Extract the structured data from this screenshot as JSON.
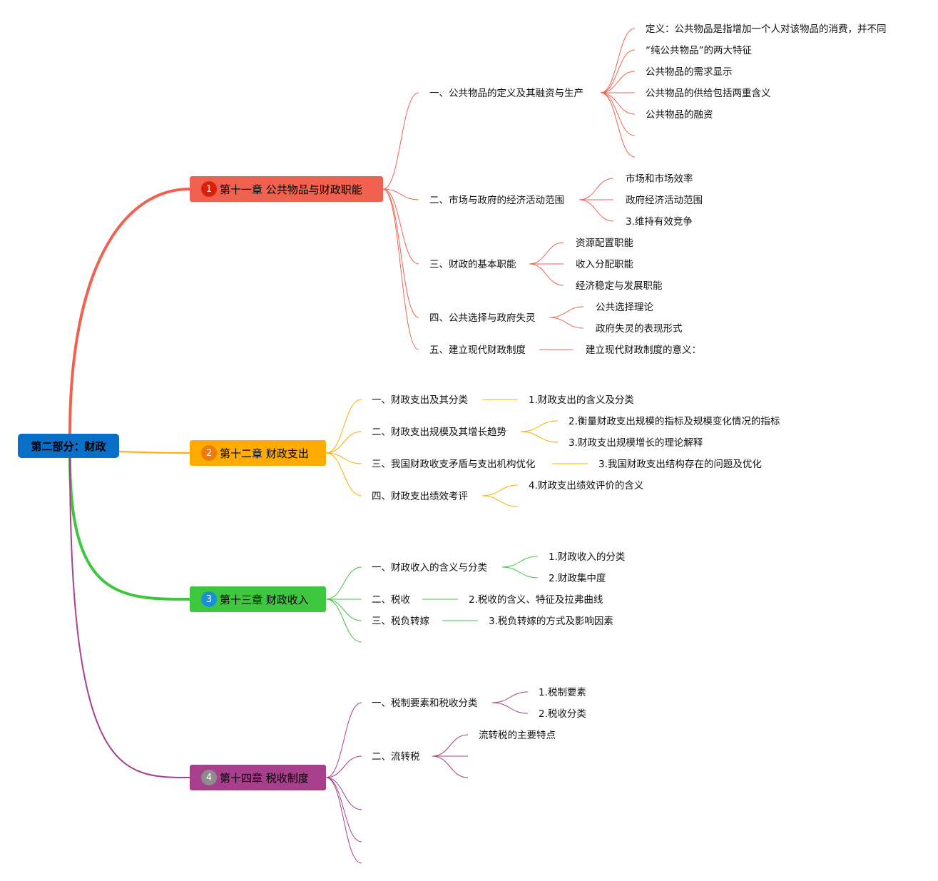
{
  "root": {
    "label": "第二部分：财政",
    "color": "#0a6fc7"
  },
  "chapters": [
    {
      "badge": "1",
      "label": "第十一章 公共物品与财政职能",
      "color": "#f0614f",
      "badge_color": "#d8200b",
      "sections": [
        {
          "label": "一、公共物品的定义及其融资与生产",
          "items": [
            "定义：公共物品是指增加一个人对该物品的消费，并不同",
            "“纯公共物品”的两大特征",
            "公共物品的需求显示",
            "公共物品的供给包括两重含义",
            "公共物品的融资",
            "",
            ""
          ]
        },
        {
          "label": "二、市场与政府的经济活动范围",
          "items": [
            "市场和市场效率",
            "政府经济活动范围",
            "3.维持有效竞争"
          ]
        },
        {
          "label": "三、财政的基本职能",
          "items": [
            "资源配置职能",
            "收入分配职能",
            "经济稳定与发展职能"
          ]
        },
        {
          "label": "四、公共选择与政府失灵",
          "items": [
            "公共选择理论",
            "政府失灵的表现形式"
          ]
        },
        {
          "label": "五、建立现代财政制度",
          "items": [
            "建立现代财政制度的意义："
          ]
        }
      ]
    },
    {
      "badge": "2",
      "label": "第十二章 财政支出",
      "color": "#ffab00",
      "badge_color": "#f07a0a",
      "sections": [
        {
          "label": "一、财政支出及其分类",
          "items": [
            "1.财政支出的含义及分类"
          ]
        },
        {
          "label": "二、财政支出规模及其增长趋势",
          "items": [
            "2.衡量财政支出规模的指标及规模变化情况的指标",
            "3.财政支出规模增长的理论解释"
          ]
        },
        {
          "label": "三、我国财政收支矛盾与支出机构优化",
          "items": [
            "3.我国财政支出结构存在的问题及优化"
          ]
        },
        {
          "label": "四、财政支出绩效考评",
          "items": [
            "4.财政支出绩效评价的含义",
            ""
          ]
        }
      ]
    },
    {
      "badge": "3",
      "label": "第十三章 财政收入",
      "color": "#3fc63f",
      "badge_color": "#1a8fd6",
      "sections": [
        {
          "label": "一、财政收入的含义与分类",
          "items": [
            "1.财政收入的分类",
            "2.财政集中度"
          ]
        },
        {
          "label": "二、税收",
          "items": [
            "2.税收的含义、特征及拉弗曲线"
          ]
        },
        {
          "label": "三、税负转嫁",
          "items": [
            "3.税负转嫁的方式及影响因素"
          ]
        },
        {
          "label": "",
          "items": []
        }
      ]
    },
    {
      "badge": "4",
      "label": "第十四章 税收制度",
      "color": "#a73f8d",
      "badge_color": "#8c8c8c",
      "sections": [
        {
          "label": "一、税制要素和税收分类",
          "items": [
            "1.税制要素",
            "2.税收分类"
          ]
        },
        {
          "label": "二、流转税",
          "items": [
            "流转税的主要特点",
            "",
            ""
          ]
        },
        {
          "label": "",
          "items": []
        },
        {
          "label": "",
          "items": []
        },
        {
          "label": "",
          "items": []
        }
      ]
    }
  ]
}
